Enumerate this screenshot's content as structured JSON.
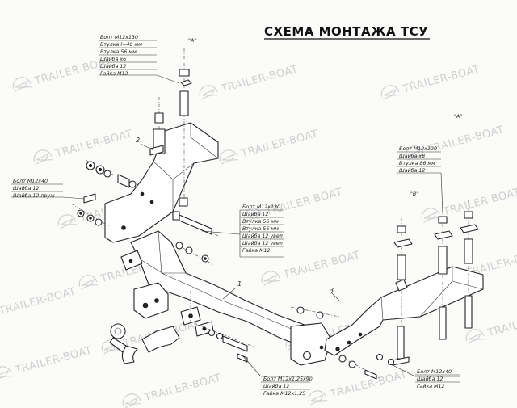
{
  "title": "СХЕМА МОНТАЖА ТСУ",
  "watermark": "TRAILER-BOAT",
  "view_labels": {
    "a": "\"A\"",
    "b": "\"B\""
  },
  "part_numbers": {
    "p1": "1",
    "p2": "2",
    "p3": "3"
  },
  "callouts": {
    "top_left": [
      "Болт М12х130",
      "Втулка l=40 мм",
      "Втулка 56 мм",
      "Шайба х6",
      "Шайба 12",
      "Гайка М12"
    ],
    "left": [
      "Болт М12х40",
      "Шайба 12",
      "Шайба 12 пруж"
    ],
    "center": [
      "Болт М12х130",
      "Шайба 12",
      "Втулка 56 мм",
      "Втулка 56 мм",
      "Шайба 12 увел",
      "Шайба 12 увел",
      "Гайка М12"
    ],
    "right_top": [
      "Болт М12х120",
      "Шайба х8",
      "Втулка 86 мм",
      "Шайба 12"
    ],
    "bottom_center": [
      "Болт М12х1,25х90",
      "Шайба 12",
      "Гайка М12х1,25"
    ],
    "bottom_right": [
      "Болт М12х40",
      "Шайба 12",
      "Гайка М12"
    ]
  },
  "colors": {
    "line": "#222222",
    "watermark": "#cfcfcf",
    "background": "#fbfbf9"
  }
}
